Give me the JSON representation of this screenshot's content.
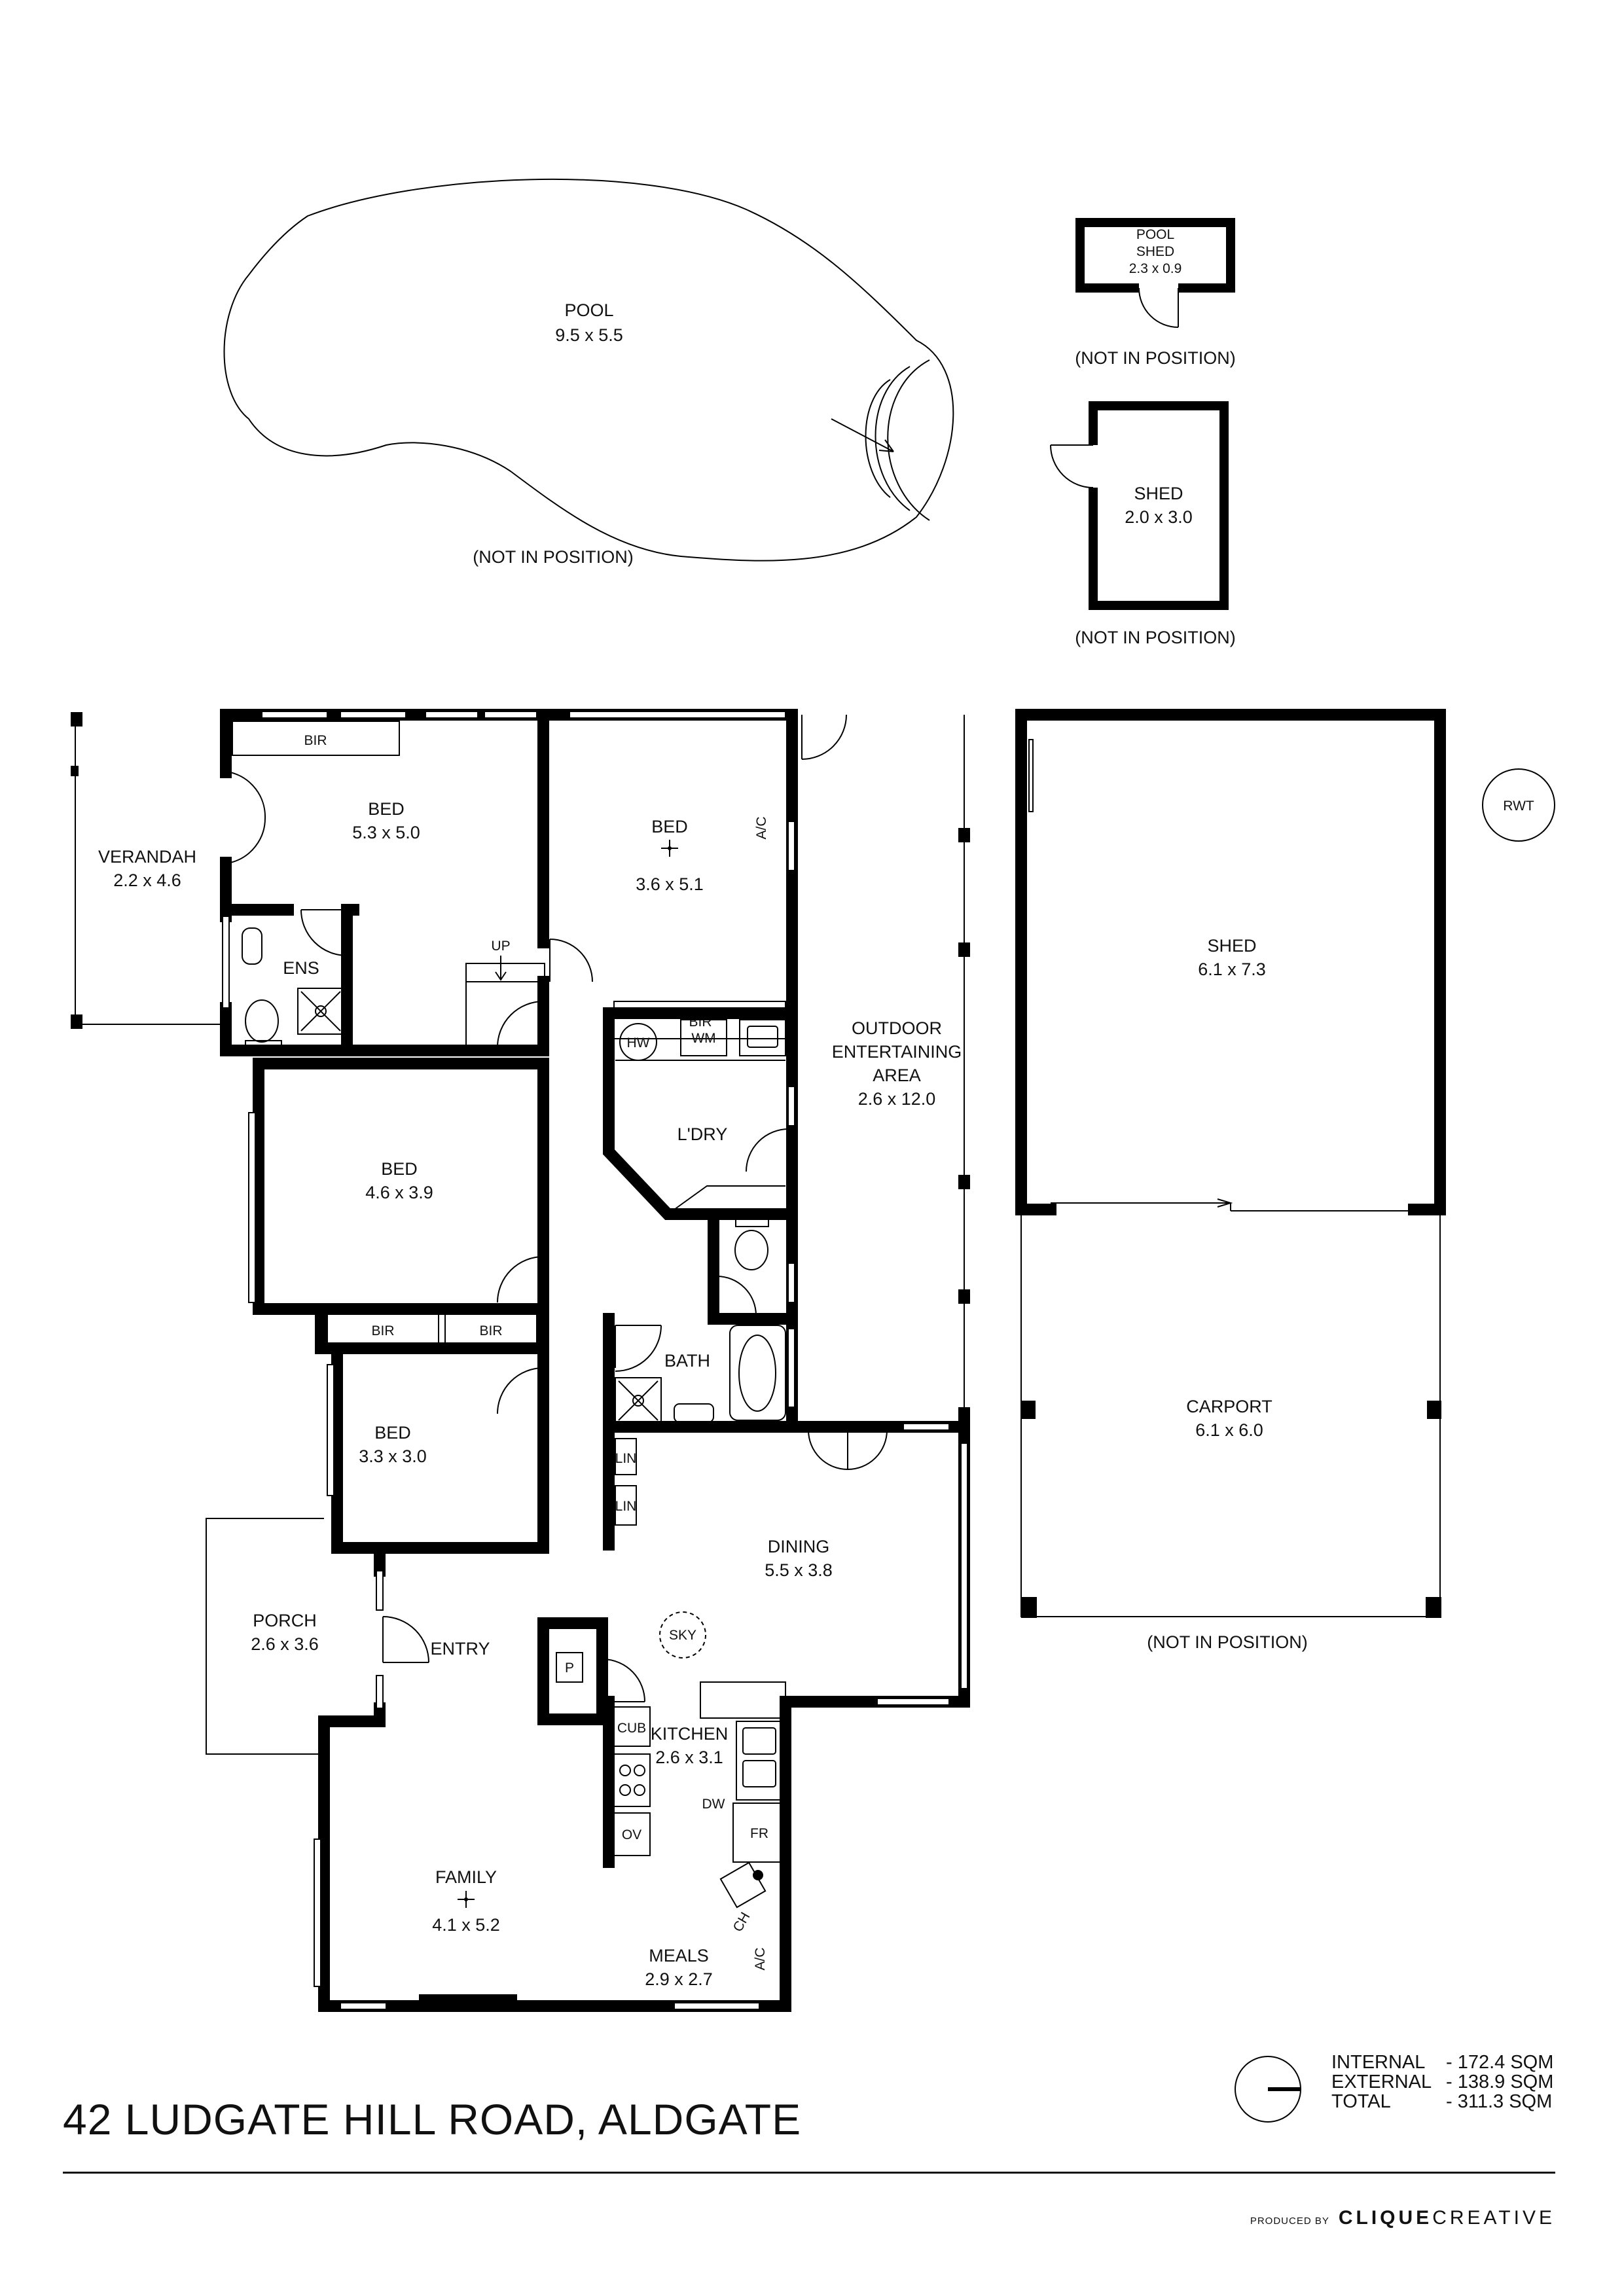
{
  "address": "42 LUDGATE HILL ROAD, ALDGATE",
  "rooms": {
    "pool": {
      "name": "POOL",
      "size": "9.5 x 5.5",
      "note": "(NOT IN POSITION)"
    },
    "pool_shed": {
      "name_1": "POOL",
      "name_2": "SHED",
      "size": "2.3 x 0.9",
      "note": "(NOT IN POSITION)"
    },
    "small_shed": {
      "name": "SHED",
      "size": "2.0 x 3.0",
      "note": "(NOT IN POSITION)"
    },
    "verandah": {
      "name": "VERANDAH",
      "size": "2.2 x 4.6"
    },
    "bed_main": {
      "name": "BED",
      "size": "5.3 x 5.0"
    },
    "bed_2": {
      "name": "BED",
      "size": "3.6 x 5.1"
    },
    "bed_3": {
      "name": "BED",
      "size": "4.6 x 3.9"
    },
    "bed_4": {
      "name": "BED",
      "size": "3.3 x 3.0"
    },
    "ensuite": {
      "name": "ENS"
    },
    "outdoor": {
      "line_1": "OUTDOOR",
      "line_2": "ENTERTAINING",
      "line_3": "AREA",
      "size": "2.6 x 12.0"
    },
    "laundry": {
      "name": "L'DRY"
    },
    "bath": {
      "name": "BATH"
    },
    "dining": {
      "name": "DINING",
      "size": "5.5 x 3.8"
    },
    "porch": {
      "name": "PORCH",
      "size": "2.6 x 3.6"
    },
    "entry": {
      "name": "ENTRY"
    },
    "kitchen": {
      "name": "KITCHEN",
      "size": "2.6 x 3.1"
    },
    "family": {
      "name": "FAMILY",
      "size": "4.1 x 5.2"
    },
    "meals": {
      "name": "MEALS",
      "size": "2.9 x 2.7"
    },
    "big_shed": {
      "name": "SHED",
      "size": "6.1 x 7.3"
    },
    "carport": {
      "name": "CARPORT",
      "size": "6.1 x 6.0",
      "note": "(NOT IN POSITION)"
    }
  },
  "fixtures": {
    "bir": "BIR",
    "ac": "A/C",
    "up": "UP",
    "hw": "HW",
    "wm": "WM",
    "lin": "LIN",
    "sky": "SKY",
    "p": "P",
    "cub": "CUB",
    "ov": "OV",
    "dw": "DW",
    "fr": "FR",
    "ch": "CH",
    "rwt": "RWT"
  },
  "areas": [
    {
      "label": "INTERNAL",
      "value": "- 172.4 SQM"
    },
    {
      "label": "EXTERNAL",
      "value": "- 138.9 SQM"
    },
    {
      "label": "TOTAL",
      "value": "- 311.3 SQM"
    }
  ],
  "credit": {
    "prefix": "PRODUCED BY",
    "brand_bold": "CLIQUE",
    "brand_light": "CREATIVE"
  }
}
